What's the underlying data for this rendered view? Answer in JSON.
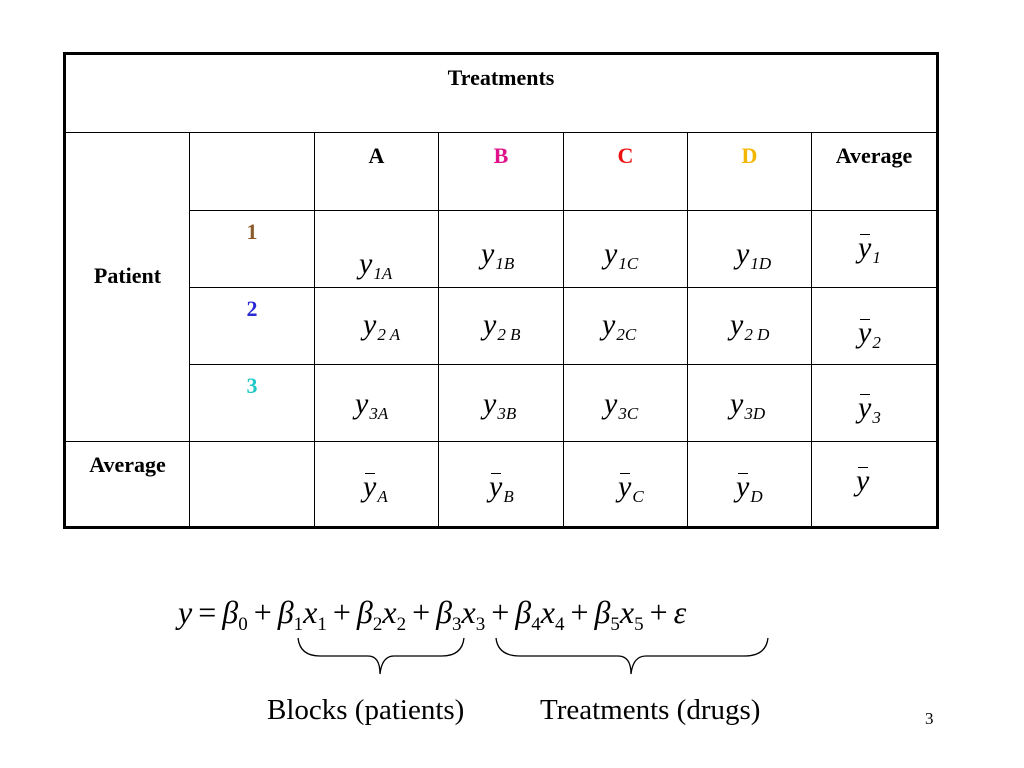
{
  "table": {
    "title": "Treatments",
    "row_group_label": "Patient",
    "columns": [
      {
        "label": "A",
        "color": "#000000"
      },
      {
        "label": "B",
        "color": "#e0138b"
      },
      {
        "label": "C",
        "color": "#ee1111"
      },
      {
        "label": "D",
        "color": "#f2b705"
      },
      {
        "label": "Average",
        "color": "#000000"
      }
    ],
    "rows": [
      {
        "label": "1",
        "color": "#8b5a2b",
        "cells": [
          "y1A",
          "y1B",
          "y1C",
          "y1D"
        ],
        "avg": "ȳ1"
      },
      {
        "label": "2",
        "color": "#2b2bd6",
        "cells": [
          "y2A",
          "y2B",
          "y2C",
          "y2D"
        ],
        "avg": "ȳ2"
      },
      {
        "label": "3",
        "color": "#20c8c8",
        "cells": [
          "y3A",
          "y3B",
          "y3C",
          "y3D"
        ],
        "avg": "ȳ3"
      }
    ],
    "average_row": {
      "label": "Average",
      "cells": [
        "ȳA",
        "ȳB",
        "ȳC",
        "ȳD"
      ],
      "grand": "ȳ"
    }
  },
  "equation": "y = β0 + β1x1 + β2x2 + β3x3 + β4x4 + β5x5 + ε",
  "brace_labels": {
    "blocks": "Blocks (patients)",
    "treatments": "Treatments (drugs)"
  },
  "slide_number": "3"
}
